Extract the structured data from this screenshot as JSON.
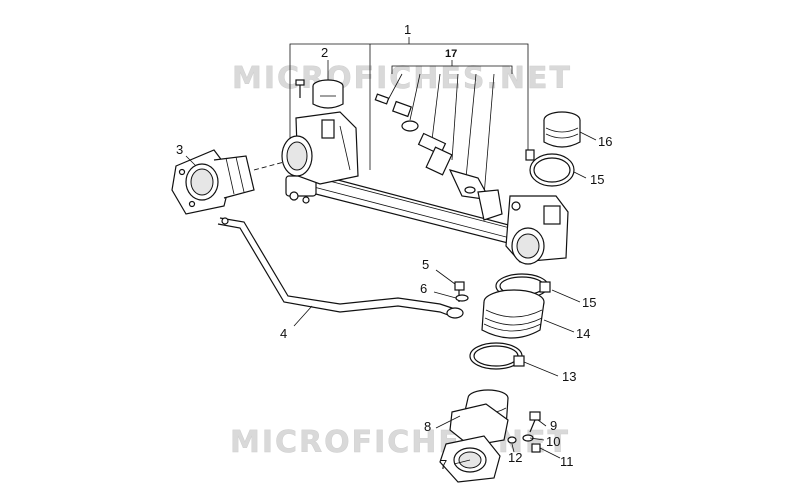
{
  "diagram": {
    "watermark": "MICROFICHES.NET",
    "callouts": [
      {
        "id": "1",
        "text": "1"
      },
      {
        "id": "2",
        "text": "2"
      },
      {
        "id": "3",
        "text": "3"
      },
      {
        "id": "4",
        "text": "4"
      },
      {
        "id": "5",
        "text": "5"
      },
      {
        "id": "6",
        "text": "6"
      },
      {
        "id": "7",
        "text": "7"
      },
      {
        "id": "8",
        "text": "8"
      },
      {
        "id": "9",
        "text": "9"
      },
      {
        "id": "10",
        "text": "10"
      },
      {
        "id": "11",
        "text": "11"
      },
      {
        "id": "12",
        "text": "12"
      },
      {
        "id": "13",
        "text": "13"
      },
      {
        "id": "14",
        "text": "14"
      },
      {
        "id": "15a",
        "text": "15"
      },
      {
        "id": "15b",
        "text": "15"
      },
      {
        "id": "16",
        "text": "16"
      },
      {
        "id": "17",
        "text": "17"
      }
    ]
  }
}
